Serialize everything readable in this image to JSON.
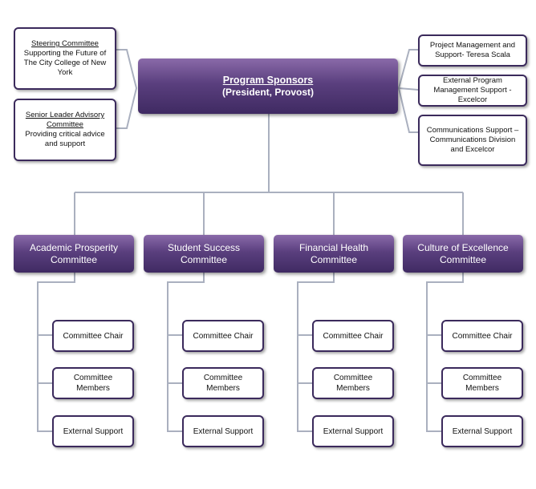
{
  "program_sponsors": {
    "title": "Program Sponsors",
    "subtitle": "(President, Provost)"
  },
  "left_boxes": [
    {
      "heading": "Steering Committee",
      "body": "Supporting the Future of The City College of New York"
    },
    {
      "heading": "Senior Leader Advisory Committee",
      "body": "Providing critical advice and support"
    }
  ],
  "right_boxes": [
    {
      "text": "Project Management and Support- Teresa Scala"
    },
    {
      "text": "External Program Management Support - Excelcor"
    },
    {
      "text": "Communications Support – Communications Division and Excelcor"
    }
  ],
  "committees": [
    {
      "name": "Academic Prosperity Committee"
    },
    {
      "name": "Student Success Committee"
    },
    {
      "name": "Financial Health Committee"
    },
    {
      "name": "Culture of Excellence Committee"
    }
  ],
  "committee_roles": [
    "Committee Chair",
    "Committee Members",
    "External Support"
  ],
  "colors": {
    "box_border": "#3b2a5c",
    "connector": "#aab0bf",
    "purple_dark": "#3f2a62",
    "purple_light": "#8a6aa9"
  }
}
